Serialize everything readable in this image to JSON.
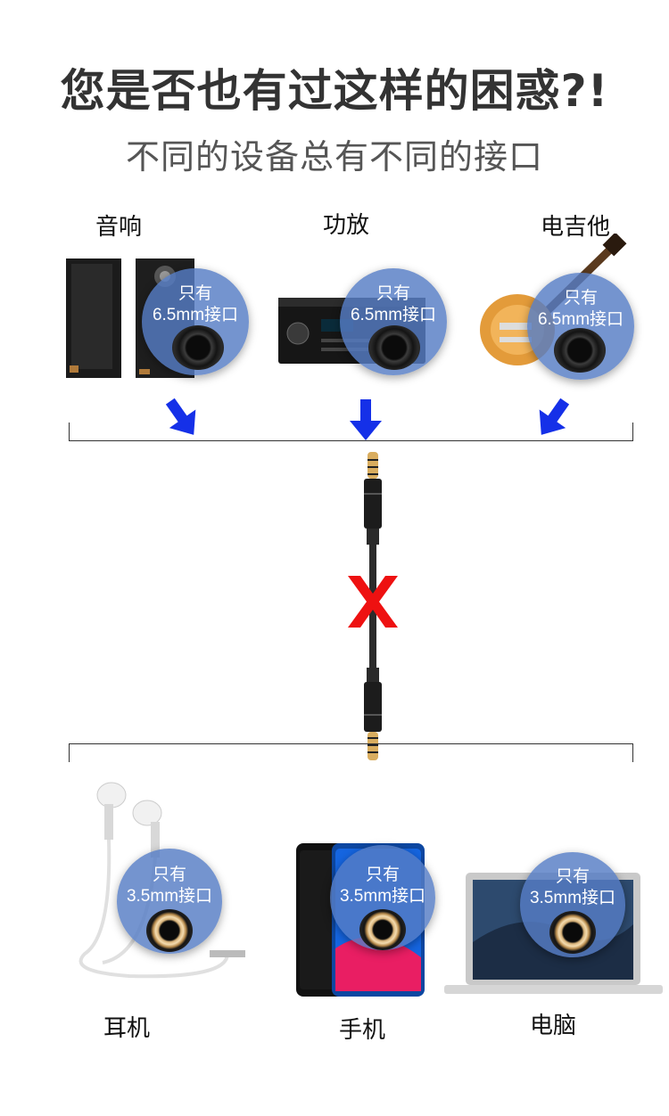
{
  "header": {
    "title": "您是否也有过这样的困惑?!",
    "subtitle": "不同的设备总有不同的接口"
  },
  "top_devices": [
    {
      "label": "音响",
      "badge_line1": "只有",
      "badge_line2": "6.5mm接口"
    },
    {
      "label": "功放",
      "badge_line1": "只有",
      "badge_line2": "6.5mm接口"
    },
    {
      "label": "电吉他",
      "badge_line1": "只有",
      "badge_line2": "6.5mm接口"
    }
  ],
  "bottom_devices": [
    {
      "label": "耳机",
      "badge_line1": "只有",
      "badge_line2": "3.5mm接口"
    },
    {
      "label": "手机",
      "badge_line1": "只有",
      "badge_line2": "3.5mm接口"
    },
    {
      "label": "电脑",
      "badge_line1": "只有",
      "badge_line2": "3.5mm接口"
    }
  ],
  "colors": {
    "arrow": "#1530e8",
    "cross": "#ee1111",
    "badge": "#5a7fc6"
  }
}
